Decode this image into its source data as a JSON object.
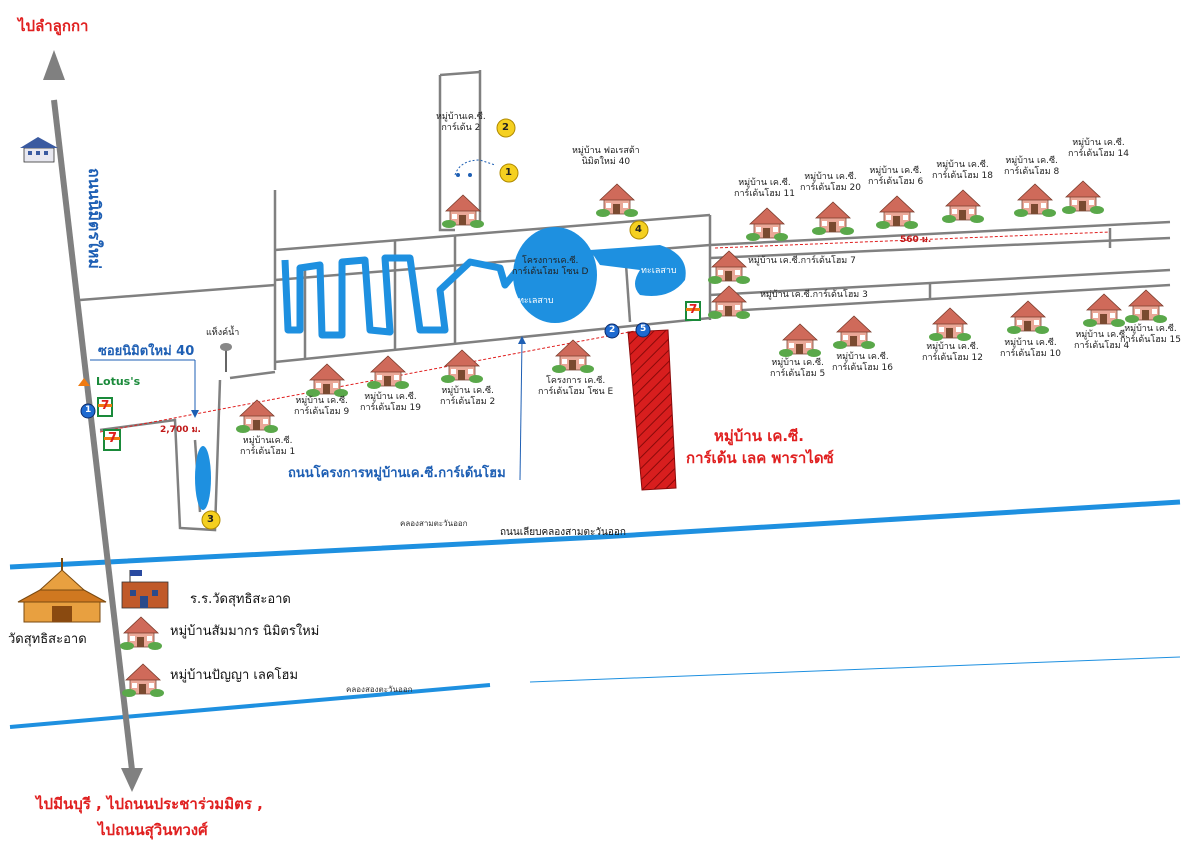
{
  "directions": {
    "north": "ไปลำลูกกา",
    "south_line1": "ไปมีนบุรี , ไปถนนประชาร่วมมิตร ,",
    "south_line2": "ไปถนนสุวินทวงศ์"
  },
  "roads": {
    "main_road": "ถนนนิมิตรใหม่",
    "soi": "ซอยนิมิตใหม่ 40",
    "project_road": "ถนนโครงการหมู่บ้านเค.ซี.การ์เด้นโฮม",
    "canal_road": "ถนนเลียบคลองสามตะวันออก",
    "canal_three": "คลองสามตะวันออก",
    "canal_two": "คลองสองตะวันออก",
    "dist_2700": "2,700 ม.",
    "dist_560": "560 ม."
  },
  "landmarks": {
    "water_tower": "แท็งค์น้ำ",
    "lotus": "Lotus's",
    "lake1": "ทะเลสาบ",
    "lake2": "ทะเลสาบ",
    "temple": "วัดสุทธิสะอาด",
    "school": "ร.ร.วัดสุทธิสะอาด",
    "sammakorn": "หมู่บ้านสัมมากร นิมิตรใหม่",
    "panya": "หมู่บ้านปัญญา เลคโฮม",
    "highlight_line1": "หมู่บ้าน เค.ซี.",
    "highlight_line2": "การ์เด้น เลค พาราไดซ์",
    "seven": "7"
  },
  "markers": [
    "1",
    "2",
    "3",
    "4",
    "5"
  ],
  "villages": {
    "kc_garden2": [
      "หมู่บ้านเค.ซี.",
      "การ์เด้น 2"
    ],
    "forestar": [
      "หมู่บ้าน ฟอเรสต้า",
      "นิมิตใหม่ 40"
    ],
    "kc11": [
      "หมู่บ้าน เค.ซี.",
      "การ์เด้นโฮม 11"
    ],
    "kc20": [
      "หมู่บ้าน เค.ซี.",
      "การ์เด้นโฮม 20"
    ],
    "kc6": [
      "หมู่บ้าน เค.ซี.",
      "การ์เด้นโฮม 6"
    ],
    "kc18": [
      "หมู่บ้าน เค.ซี.",
      "การ์เด้นโฮม 18"
    ],
    "kc8": [
      "หมู่บ้าน เค.ซี.",
      "การ์เด้นโฮม 8"
    ],
    "kc14": [
      "หมู่บ้าน เค.ซี.",
      "การ์เด้นโฮม 14"
    ],
    "kc7": "หมู่บ้าน เค.ซี.การ์เด้นโฮม 7",
    "kc3": "หมู่บ้าน เค.ซี.การ์เด้นโฮม 3",
    "project_d": [
      "โครงการเค.ซี.",
      "การ์เด้นโฮม โซน D"
    ],
    "project_e": [
      "โครงการ เค.ซี.",
      "การ์เด้นโฮม โซน E"
    ],
    "kc9": [
      "หมู่บ้าน เค.ซี.",
      "การ์เด้นโฮม 9"
    ],
    "kc19": [
      "หมู่บ้าน เค.ซี.",
      "การ์เด้นโฮม 19"
    ],
    "kc2": [
      "หมู่บ้าน เค.ซี.",
      "การ์เด้นโฮม 2"
    ],
    "kc1": [
      "หมู่บ้านเค.ซี.",
      "การ์เด้นโฮม 1"
    ],
    "kc5": [
      "หมู่บ้าน เค.ซี.",
      "การ์เด้นโฮม 5"
    ],
    "kc16": [
      "หมู่บ้าน เค.ซี.",
      "การ์เด้นโฮม 16"
    ],
    "kc12": [
      "หมู่บ้าน เค.ซี.",
      "การ์เด้นโฮม 12"
    ],
    "kc10": [
      "หมู่บ้าน เค.ซี.",
      "การ์เด้นโฮม 10"
    ],
    "kc4": [
      "หมู่บ้าน เค.ซี.",
      "การ์เด้นโฮม 4"
    ],
    "kc15": [
      "หมู่บ้าน เค.ซี.",
      "การ์เด้นโฮม 15"
    ]
  },
  "colors": {
    "road": "#808080",
    "water": "#1e90e0",
    "highlight": "#d81e1e",
    "accent_red": "#e02020",
    "accent_blue": "#1e5fb4",
    "marker": "#f5d020",
    "seven_green": "#1a8a3a",
    "seven_orange": "#f07a10"
  }
}
